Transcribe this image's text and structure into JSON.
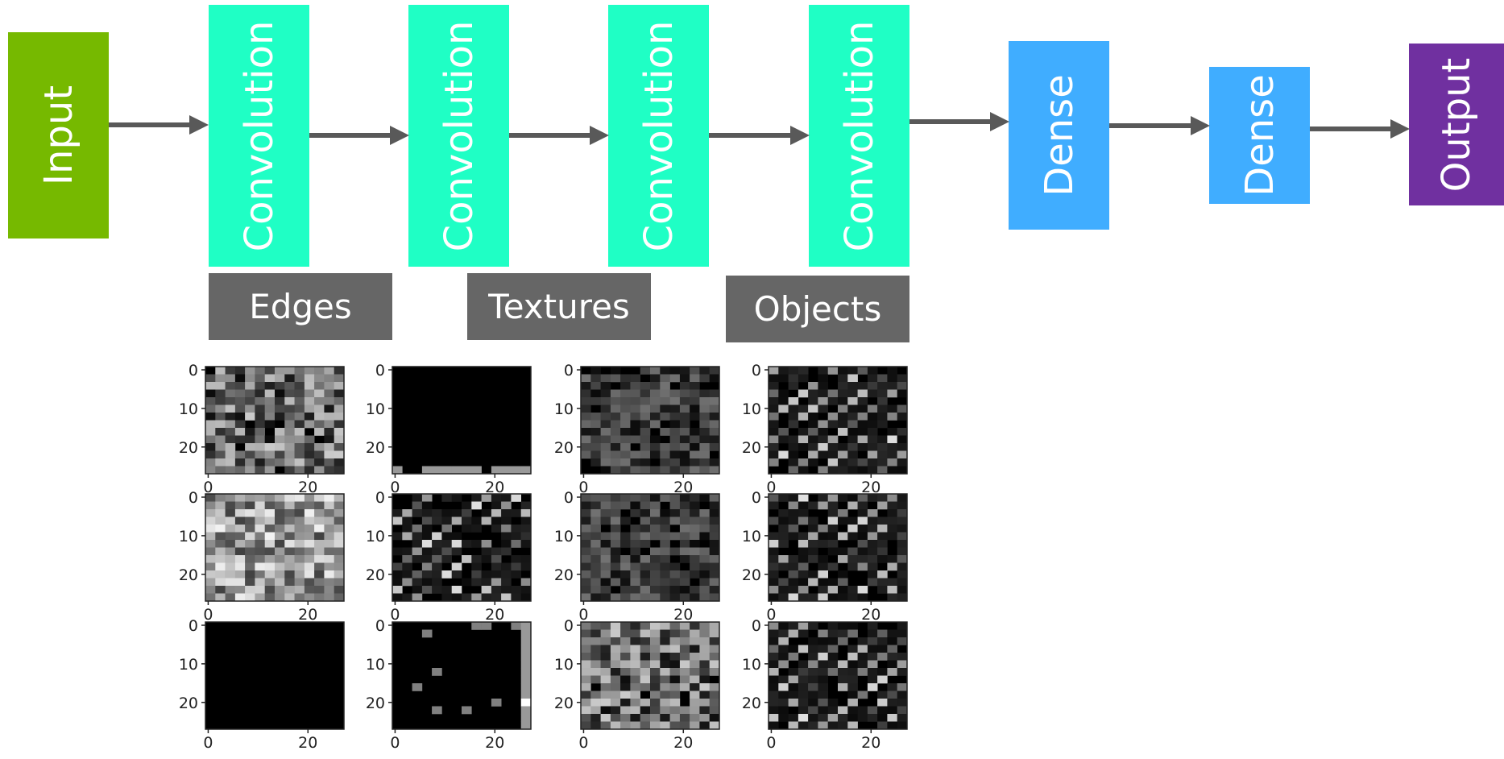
{
  "layers": [
    {
      "name": "Input",
      "type": "input",
      "color": "#76b900"
    },
    {
      "name": "Convolution",
      "type": "conv",
      "color": "#1fffc5"
    },
    {
      "name": "Convolution",
      "type": "conv",
      "color": "#1fffc5"
    },
    {
      "name": "Convolution",
      "type": "conv",
      "color": "#1fffc5"
    },
    {
      "name": "Convolution",
      "type": "conv",
      "color": "#1fffc5"
    },
    {
      "name": "Dense",
      "type": "dense",
      "color": "#40adff"
    },
    {
      "name": "Dense",
      "type": "dense",
      "color": "#40adff"
    },
    {
      "name": "Output",
      "type": "output",
      "color": "#7030a0"
    }
  ],
  "feature_labels": [
    "Edges",
    "Textures",
    "Objects"
  ],
  "feature_maps": {
    "rows": 3,
    "cols": 4,
    "y_ticks": [
      "0",
      "10",
      "20"
    ],
    "x_ticks": [
      "0",
      "20"
    ],
    "cells": [
      [
        "noise",
        "dark",
        "noise-dim",
        "streaks"
      ],
      [
        "noise-bright",
        "streaks",
        "noise-dim",
        "streaks"
      ],
      [
        "black",
        "dark-dots",
        "noise",
        "streaks"
      ]
    ]
  }
}
